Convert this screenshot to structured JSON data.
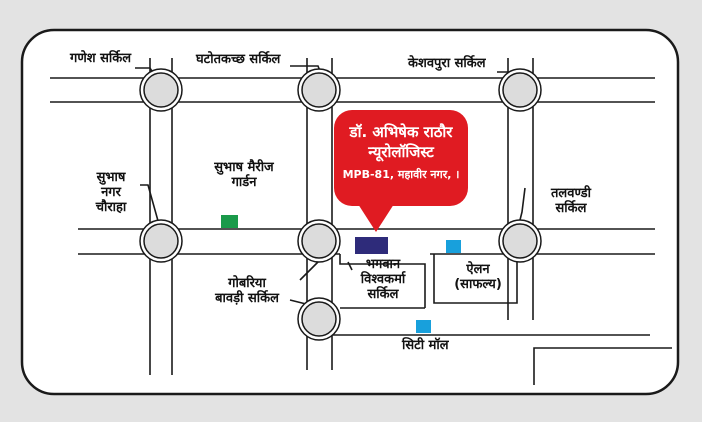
{
  "colors": {
    "background": "#e3e3e3",
    "map_panel": "#ffffff",
    "road_stroke": "#1a1a1a",
    "callout_red": "#e01b22",
    "clinic_marker": "#2e2b7a",
    "garden_marker": "#1a9a4a",
    "mall_marker": "#18a0dc"
  },
  "callout": {
    "line1": "डॉ. अभिषेक राठौर",
    "line2": "न्यूरोलॉजिस्ट",
    "line3": "MPB-81, महावीर नगर, ।"
  },
  "labels": {
    "ganesh_circle": "गणेश सर्किल",
    "ghatotkach_circle": "घटोतकच्छ सर्किल",
    "keshavpura_circle": "केशवपुरा सर्किल",
    "subhash_marriage_garden_1": "सुभाष मैरीज",
    "subhash_marriage_garden_2": "गार्डन",
    "subhash_nagar_1": "सुभाष",
    "subhash_nagar_2": "नगर",
    "subhash_nagar_3": "चौराहा",
    "talwandi_1": "तलवण्डी",
    "talwandi_2": "सर्किल",
    "gobariya_1": "गोबरिया",
    "gobariya_2": "बावड़ी सर्किल",
    "bhagwan_1": "भगवान",
    "bhagwan_2": "विश्वकर्मा",
    "bhagwan_3": "सर्किल",
    "allen_1": "ऐलन",
    "allen_2": "(साफल्य)",
    "city_mall": "सिटी मॉल"
  },
  "icons": {
    "clinic": "clinic-marker-icon",
    "garden": "garden-marker-icon",
    "allen": "allen-marker-icon",
    "mall": "mall-marker-icon"
  }
}
